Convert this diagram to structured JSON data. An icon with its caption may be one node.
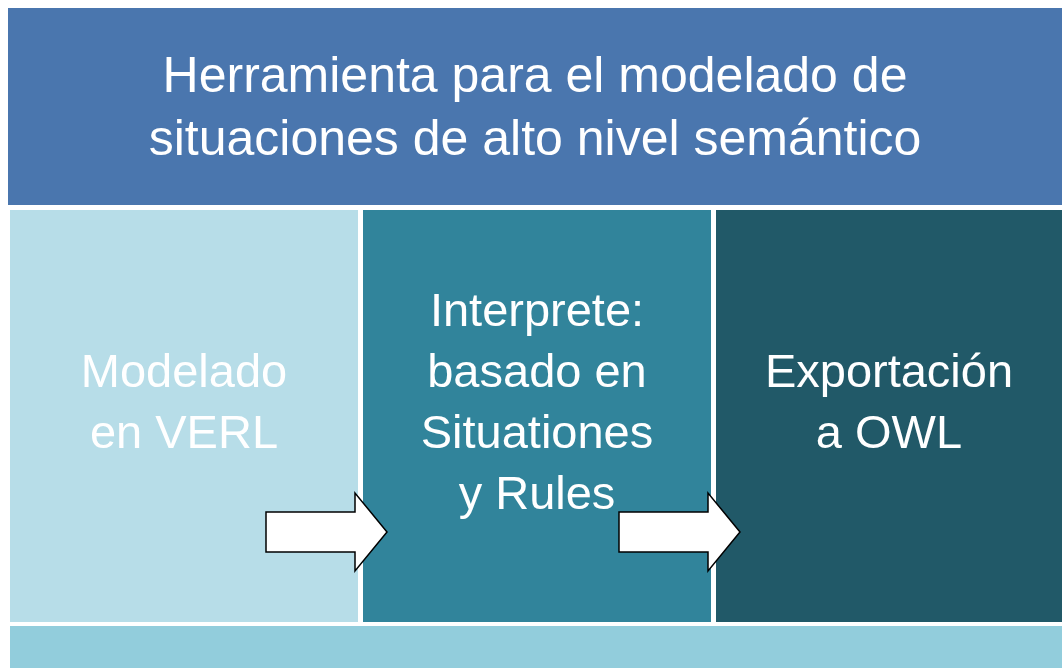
{
  "diagram": {
    "nodes": [
      {
        "text": [
          "Herramienta para el modelado de situaciones de alto nivel semántico"
        ]
      },
      {
        "text": [
          "Modelado en VERL"
        ]
      },
      {
        "text": [
          "Interprete: basado en Situationes y Rules"
        ]
      },
      {
        "text": [
          "Exportación a OWL"
        ]
      },
      {
        "text": [],
        "shape": "box"
      }
    ],
    "edges": [
      {
        "from": 1,
        "to": 2,
        "arrow": "to"
      },
      {
        "from": 2,
        "to": 3,
        "arrow": "to"
      }
    ]
  }
}
